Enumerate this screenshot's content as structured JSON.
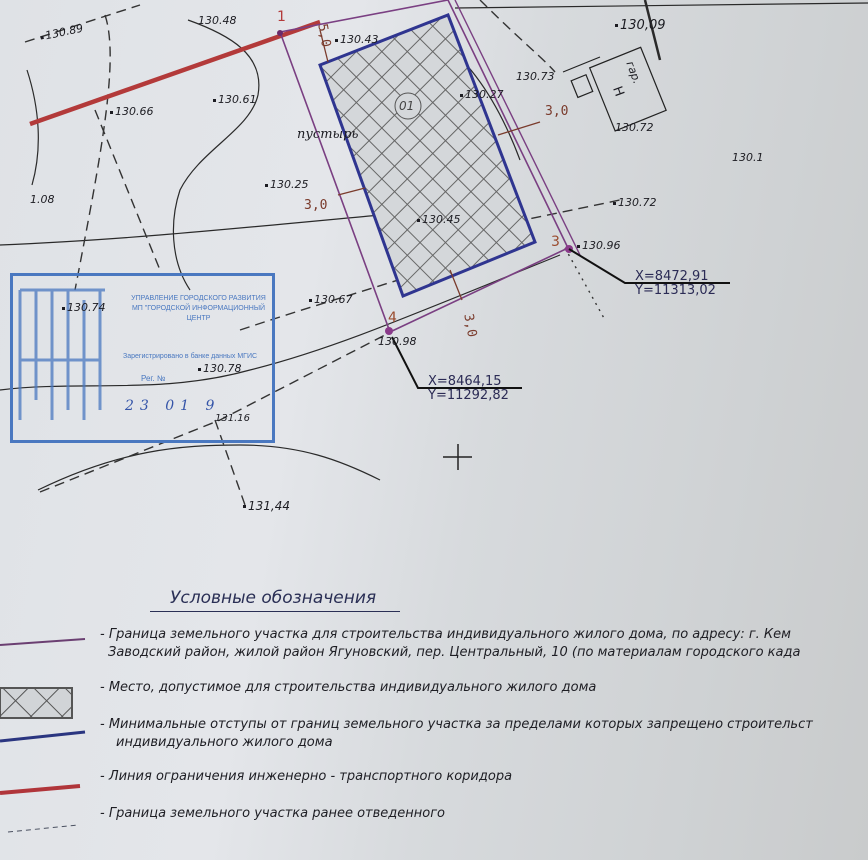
{
  "map": {
    "plot_number": "01",
    "place_word": "пустырь",
    "garage_label": "гар.",
    "garage_letter": "Н",
    "points": [
      {
        "id": "1",
        "label": "1"
      },
      {
        "id": "3",
        "label": "3"
      },
      {
        "id": "4",
        "label": "4"
      }
    ],
    "coordinates": {
      "point3": {
        "x": "X=8472,91",
        "y": "Y=11313,02"
      },
      "point4": {
        "x": "X=8464,15",
        "y": "Y=11292,82"
      }
    },
    "setbacks": [
      "5,0",
      "3,0",
      "3,0",
      "3,0"
    ],
    "elevations": [
      "130.89",
      "130.48",
      "130.66",
      "130.61",
      "1.08",
      "130.43",
      "130.27",
      "130.73",
      "130,09",
      "130.72",
      "130.1",
      "130.25",
      "130.72",
      "130.45",
      "130.96",
      "130.67",
      "130.74",
      "130.78",
      "130.98",
      "131.16",
      "131,44"
    ]
  },
  "stamp": {
    "line1": "УПРАВЛЕНИЕ ГОРОДСКОГО РАЗВИТИЯ",
    "line2": "МП \"ГОРОДСКОЙ ИНФОРМАЦИОННЫЙ",
    "line3": "ЦЕНТР",
    "registered": "Зарегистрировано в банке данных МГИС",
    "reg_no_label": "Рег. №",
    "date_handwritten": "23 01 9"
  },
  "legend": {
    "title": "Условные обозначения",
    "items": [
      {
        "swatch": "purple-line",
        "color": "#6b3f72",
        "line1": "- Граница земельного участка  для строительства индивидуального жилого дома, по адресу: г. Кем",
        "line2": "Заводский район, жилой район Ягуновский, пер. Центральный, 10 (по материалам городского када"
      },
      {
        "swatch": "crosshatch",
        "color": "#555555",
        "line1": "- Место, допустимое для строительства индивидуального жилого дома"
      },
      {
        "swatch": "blue-line",
        "color": "#2a3580",
        "line1": "- Минимальные отступы от границ земельного участка за пределами которых запрещено строительст",
        "line2": "индивидуального жилого дома"
      },
      {
        "swatch": "red-line",
        "color": "#b0353a",
        "line1": "- Линия ограничения инженерно - транспортного коридора"
      },
      {
        "swatch": "dashed-line",
        "color": "#4a5060",
        "line1": "- Граница земельного участка ранее отведенного"
      }
    ]
  },
  "colors": {
    "boundary": "#7a3f82",
    "buildable": "#2f3590",
    "corridor": "#b33a3a",
    "stamp": "#4a78c0",
    "dimension": "#7a3b2c"
  }
}
